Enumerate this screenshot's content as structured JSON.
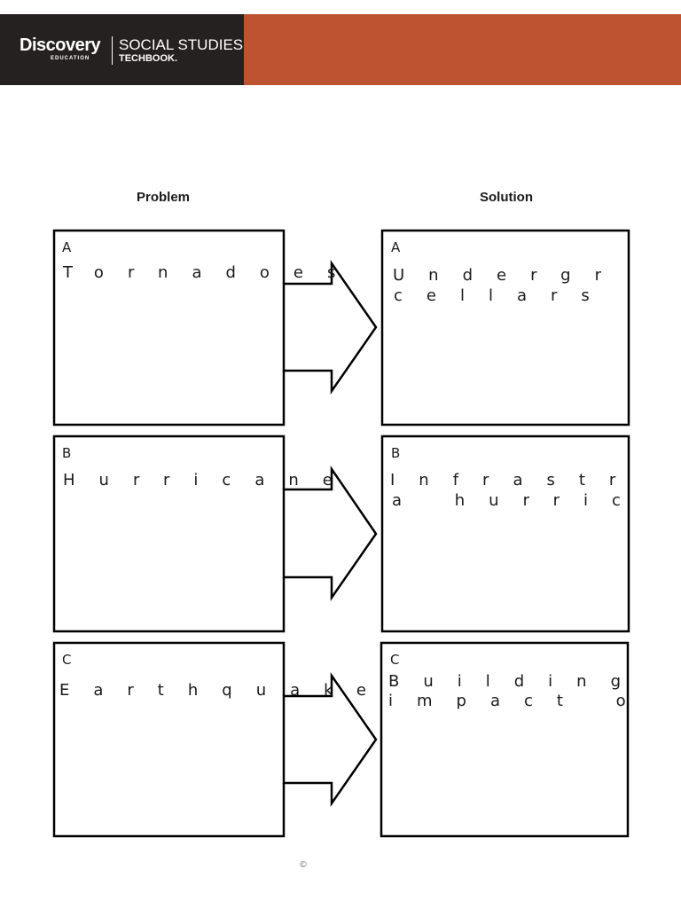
{
  "header": {
    "brand": "Discovery",
    "brand_sub": "EDUCATION",
    "product_top": "SOCIAL STUDIES",
    "product_bottom": "TECHBOOK."
  },
  "columns": {
    "problem": "Problem",
    "solution": "Solution"
  },
  "rows": [
    {
      "letter": "A",
      "problem": "Tornadoes",
      "solution_line1": "Undergr",
      "solution_line2": "cellars"
    },
    {
      "letter": "B",
      "problem": "Hurricane",
      "solution_line1": "Infrastr",
      "solution_line2": "a hurric"
    },
    {
      "letter": "C",
      "problem": "Earthquake",
      "solution_line1": "Building",
      "solution_line2": "impact o"
    }
  ],
  "footer": {
    "copyright": "©"
  },
  "colors": {
    "accent": "#bd5330",
    "logo_bg": "#252120"
  }
}
